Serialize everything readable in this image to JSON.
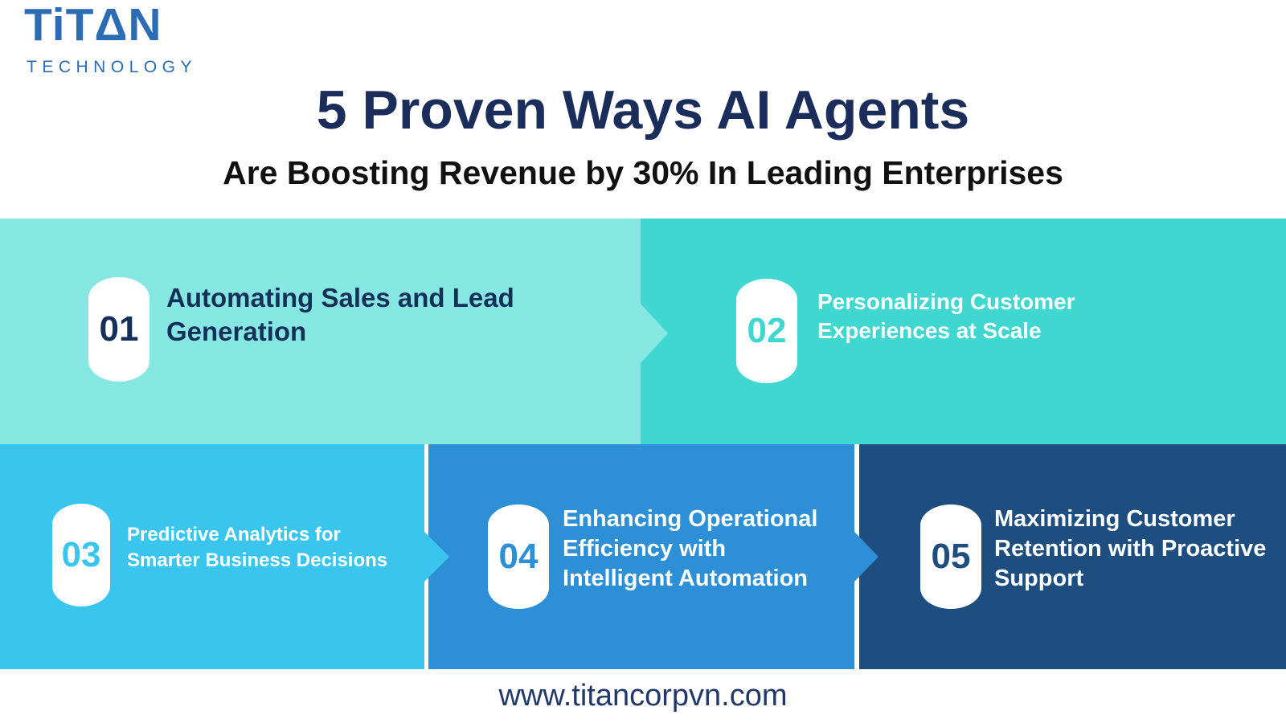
{
  "brand": {
    "wordmark": "TiTΔN",
    "caption": "TECHNOLOGY",
    "color": "#2B6CB4"
  },
  "header": {
    "title": "5 Proven Ways AI Agents",
    "subtitle": "Are Boosting Revenue by 30% In Leading Enterprises",
    "title_color": "#1B2D5B",
    "subtitle_color": "#111111"
  },
  "steps": [
    {
      "number": "01",
      "title": "Automating Sales and Lead\nGeneration",
      "bg_color": "#86E7E2",
      "number_color": "#143059",
      "text_color": "#143059"
    },
    {
      "number": "02",
      "title": "Personalizing Customer\nExperiences at Scale",
      "bg_color": "#3FD7D0",
      "number_color": "#3FD7D0",
      "text_color": "#FFFFFF"
    },
    {
      "number": "03",
      "title": "Predictive Analytics for\nSmarter Business Decisions",
      "bg_color": "#3AC5EE",
      "number_color": "#3AC5EE",
      "text_color": "#FFFFFF"
    },
    {
      "number": "04",
      "title": "Enhancing Operational\nEfficiency with\nIntelligent Automation",
      "bg_color": "#2D8FD5",
      "number_color": "#2D8FD5",
      "text_color": "#FFFFFF"
    },
    {
      "number": "05",
      "title": "Maximizing Customer\nRetention with Proactive\nSupport",
      "bg_color": "#1D4E7F",
      "number_color": "#1D4E7F",
      "text_color": "#FFFFFF"
    }
  ],
  "footer": {
    "url": "www.titancorpvn.com"
  }
}
